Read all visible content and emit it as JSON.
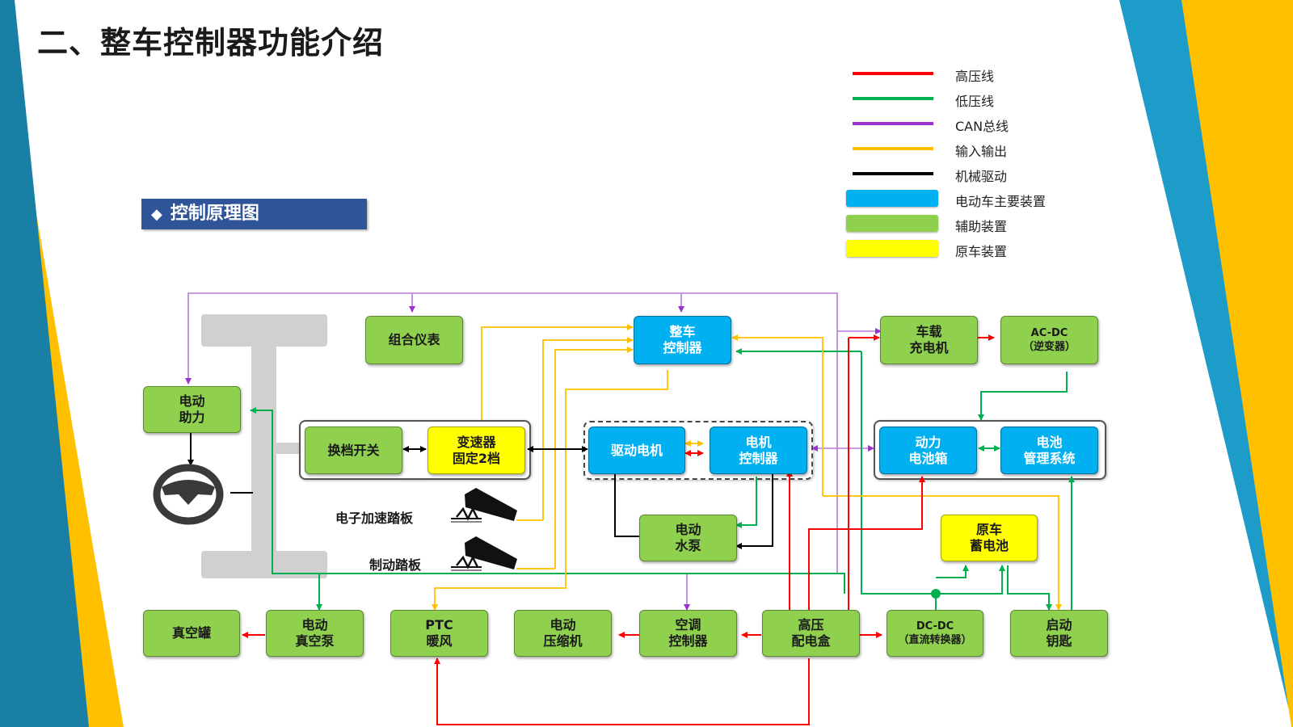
{
  "slide": {
    "title": "二、整车控制器功能介绍",
    "section_label": "控制原理图"
  },
  "legend": [
    {
      "label": "高压线",
      "kind": "line",
      "color": "#ff0000"
    },
    {
      "label": "低压线",
      "kind": "line",
      "color": "#00b050"
    },
    {
      "label": "CAN总线",
      "kind": "line",
      "color": "#9933cc"
    },
    {
      "label": "输入输出",
      "kind": "line",
      "color": "#ffc000"
    },
    {
      "label": "机械驱动",
      "kind": "line",
      "color": "#000000"
    },
    {
      "label": "电动车主要装置",
      "kind": "box",
      "color": "#00b0f0"
    },
    {
      "label": "辅助装置",
      "kind": "box",
      "color": "#8fd14f"
    },
    {
      "label": "原车装置",
      "kind": "box",
      "color": "#ffff00"
    }
  ],
  "nodes": {
    "vcu": "整车\n控制器",
    "cluster": "组合仪表",
    "eps": "电动\n助力",
    "shift_switch": "换档开关",
    "gearbox": "变速器\n固定2档",
    "drive_motor": "驱动电机",
    "motor_controller": "电机\n控制器",
    "water_pump": "电动\n水泵",
    "charger": "车载\n充电机",
    "acdc": "AC-DC\n（逆变器）",
    "battery_pack": "动力\n电池箱",
    "bms": "电池\n管理系统",
    "aux_battery": "原车\n蓄电池",
    "vacuum_tank": "真空罐",
    "vacuum_pump": "电动\n真空泵",
    "ptc": "PTC\n暖风",
    "compressor": "电动\n压缩机",
    "ac_controller": "空调\n控制器",
    "hv_box": "高压\n配电盒",
    "dcdc": "DC-DC\n（直流转换器）",
    "key": "启动\n钥匙"
  },
  "pedals": {
    "accelerator": "电子加速踏板",
    "brake": "制动踏板"
  },
  "colors": {
    "teal": "#1a7fa5",
    "accent_yellow": "#ffc000",
    "light_blue": "#1e9cc9",
    "section_bg": "#2f5497"
  }
}
